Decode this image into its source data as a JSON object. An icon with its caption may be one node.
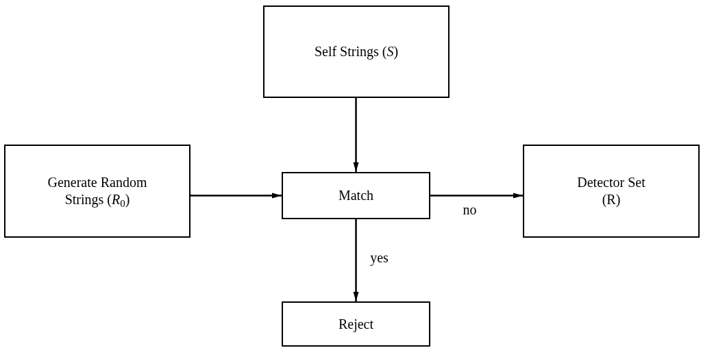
{
  "diagram": {
    "nodes": [
      {
        "text": [
          "Self Strings (*S*)"
        ]
      },
      {
        "text": [
          "Generate Random Strings (*R*$_{0}$)"
        ]
      },
      {
        "text": [
          "Match"
        ]
      },
      {
        "text": [
          "Detector Set (R)"
        ]
      },
      {
        "text": [
          "Reject"
        ]
      }
    ],
    "edges": [
      {
        "from": 0,
        "to": 2,
        "arrow": "to"
      },
      {
        "from": 1,
        "to": 2,
        "arrow": "to"
      },
      {
        "from": 2,
        "to": 3,
        "arrow": "to",
        "label": "no"
      },
      {
        "from": 2,
        "to": 4,
        "arrow": "to",
        "label": "yes"
      }
    ]
  }
}
